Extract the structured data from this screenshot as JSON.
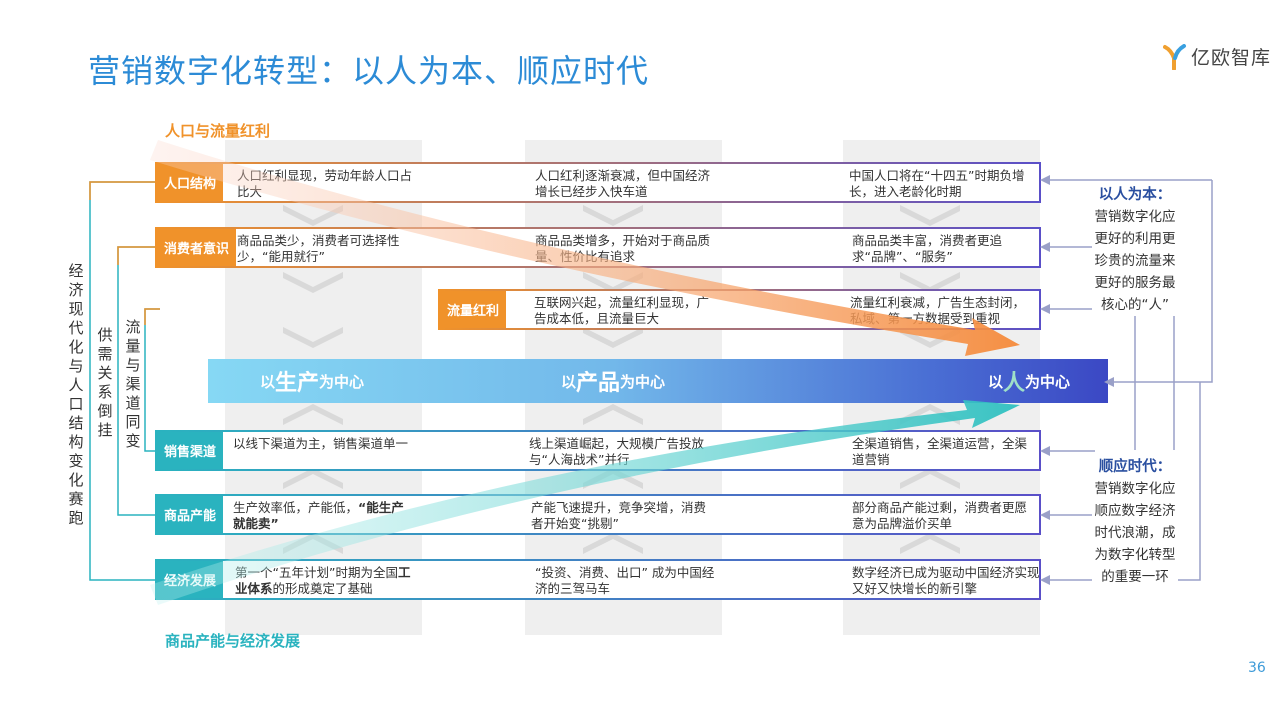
{
  "title": "营销数字化转型：以人为本、顺应时代",
  "logo_text": "亿欧智库",
  "page_number": "36",
  "top_section": "人口与流量红利",
  "bottom_section": "商品产能与经济发展",
  "left_labels": [
    "经济现代化与人口结构变化赛跑",
    "供需关系倒挂",
    "流量与渠道同变"
  ],
  "rows": [
    {
      "label": "人口结构",
      "cells": [
        "人口红利显现，劳动年龄人口占比大",
        "人口红利逐渐衰减，但中国经济增长已经步入快车道",
        "中国人口将在“十四五”时期负增长，进入老龄化时期"
      ]
    },
    {
      "label": "消费者意识",
      "cells": [
        "商品品类少，消费者可选择性少，“能用就行”",
        "商品品类增多，开始对于商品质量、性价比有追求",
        "商品品类丰富，消费者更追求“品牌”、“服务”"
      ]
    },
    {
      "label": "流量红利",
      "cells": [
        "互联网兴起，流量红利显现，广告成本低，且流量巨大",
        "流量红利衰减，广告生态封闭，私域、第一方数据受到重视"
      ]
    },
    {
      "label": "销售渠道",
      "cells": [
        "以线下渠道为主，销售渠道单一",
        "线上渠道崛起，大规模广告投放与“人海战术”并行",
        "全渠道销售，全渠道运营，全渠道营销"
      ]
    },
    {
      "label": "商品产能",
      "cells_pre": "生产效率低，产能低，",
      "cells_bold": "“能生产就能卖”",
      "cells": [
        "部分商品产能过剩，消费者更愿意为品牌溢价买单"
      ],
      "cell2": "产能飞速提升，竞争突增，消费者开始变“挑剔”"
    },
    {
      "label": "经济发展",
      "cell1_pre": "第一个“五年计划”时期为全国",
      "cell1_bold": "工业体系",
      "cell1_post": "的形成奠定了基础",
      "cells": [
        "“投资、消费、出口” 成为中国经济的三驾马车",
        "数字经济已成为驱动中国经济实现又好又快增长的新引擎"
      ]
    }
  ],
  "band": [
    {
      "pre": "以",
      "big": "生产",
      "post": "为中心"
    },
    {
      "pre": "以",
      "big": "产品",
      "post": "为中心"
    },
    {
      "pre": "以",
      "big": "人",
      "post": "为中心"
    }
  ],
  "side_top": {
    "heading": "以人为本：",
    "body": "营销数字化应更好的利用更珍贵的流量来更好的服务最核心的“人”"
  },
  "side_bottom": {
    "heading": "顺应时代：",
    "body": "营销数字化应顺应数字经济时代浪潮，成为数字化转型的重要一环"
  },
  "colors": {
    "title": "#2c8bd6",
    "orange": "#f0922a",
    "teal": "#2ab3bf",
    "blue_dark": "#3b48c4"
  }
}
